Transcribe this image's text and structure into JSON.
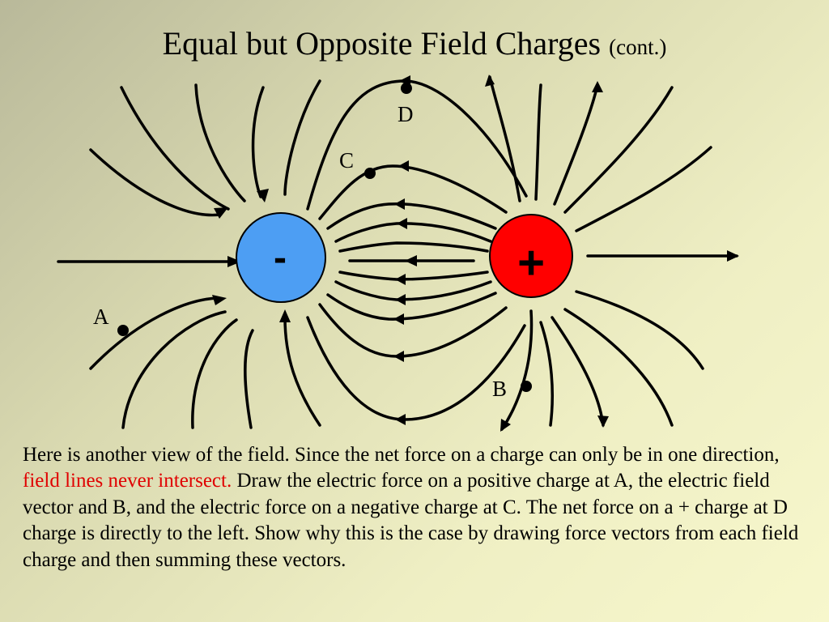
{
  "title": {
    "main": "Equal but Opposite Field Charges",
    "suffix": "(cont.)"
  },
  "charges": {
    "negative": {
      "sign": "-",
      "fill": "#4d9ef3"
    },
    "positive": {
      "sign": "+",
      "fill": "#ff0000"
    }
  },
  "points": {
    "a": "A",
    "b": "B",
    "c": "C",
    "d": "D"
  },
  "paragraph": {
    "part1": "Here is another view of the field. Since the net force on a charge can only be in one direction, ",
    "highlight": "field lines never intersect.",
    "part2": " Draw the electric force on a positive charge at A, the electric field vector and B, and the electric force on a negative charge at C. The net force on a + charge at D charge is directly to the left. Show why this is the case by drawing force vectors from each field charge and then summing these vectors."
  },
  "colors": {
    "highlight": "#e00000",
    "line": "#000000"
  }
}
